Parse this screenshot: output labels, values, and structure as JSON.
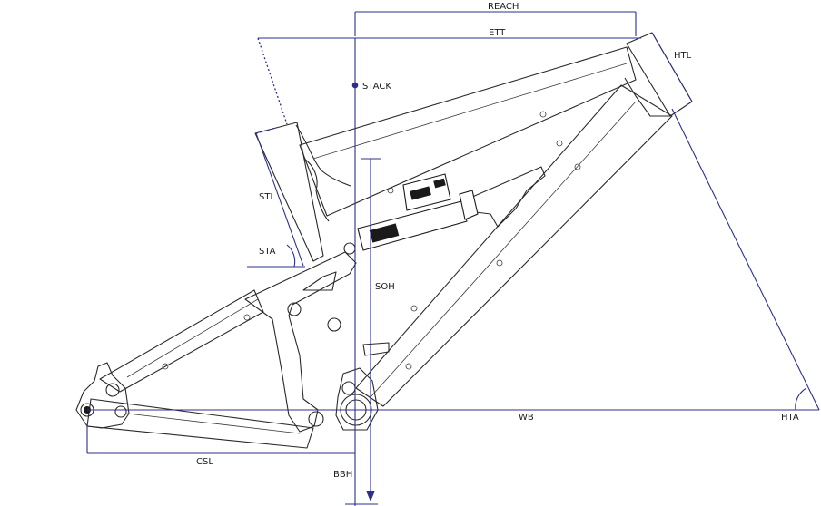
{
  "labels": {
    "reach": "REACH",
    "ett": "ETT",
    "htl": "HTL",
    "stack": "STACK",
    "stl": "STL",
    "sta": "STA",
    "soh": "SOH",
    "csl": "CSL",
    "bbh": "BBH",
    "wb": "WB",
    "hta": "HTA"
  },
  "colors": {
    "dimension": "#2b2f8a",
    "frame": "#2a2a2a"
  }
}
